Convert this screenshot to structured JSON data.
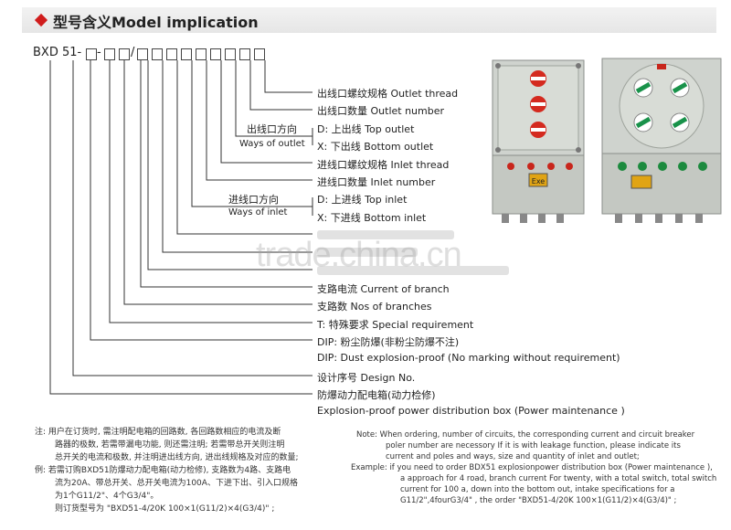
{
  "header": {
    "title": "型号含义Model implication"
  },
  "model_code": {
    "prefix": "BXD 51-",
    "sep1": "-",
    "sep2": "/"
  },
  "labels": {
    "outlet_thread": "出线口螺纹规格 Outlet thread",
    "outlet_number": "出线口数量 Outlet number",
    "outlet_dir_cn": "出线口方向",
    "outlet_dir_en": "Ways of outlet",
    "top_outlet": "D: 上出线 Top outlet",
    "bottom_outlet": "X: 下出线 Bottom  outlet",
    "inlet_thread": "进线口螺纹规格 Inlet thread",
    "inlet_number": "进线口数量 Inlet number",
    "inlet_dir_cn": "进线口方向",
    "inlet_dir_en": "Ways of inlet",
    "top_inlet": "D: 上进线 Top inlet",
    "bottom_inlet": "X: 下进线 Bottom  inlet",
    "current_of_branch": "支路电流 Current of branch",
    "nos_of_branches": "支路数 Nos of branches",
    "special_req": "T: 特殊要求 Special requirement",
    "dip_cn": "DIP: 粉尘防爆(非粉尘防爆不注)",
    "dip_en": "DIP: Dust explosion-proof (No marking without requirement)",
    "design_no": "设计序号 Design No.",
    "box_cn": "防爆动力配电箱(动力检修)",
    "box_en": "Explosion-proof power distribution box (Power maintenance )"
  },
  "watermark": "trade.china.cn",
  "notes_cn": [
    "注: 用户在订货时, 需注明配电箱的回路数, 各回路数相应的电流及断",
    "路器的极数, 若需带漏电功能, 则还需注明; 若需带总开关则注明",
    "总开关的电流和极数, 并注明进出线方向, 进出线规格及对应的数量;",
    "例: 若需订购BXD51防爆动力配电箱(动力检修), 支路数为4路、支路电",
    "流为20A、带总开关、总开关电流为100A、下进下出、引入口规格",
    "为1个G11/2\"、4个G3/4\"。",
    "则订货型号为 \"BXD51-4/20K 100×1(G11/2)×4(G3/4)\" ;"
  ],
  "notes_en": [
    "Note: When ordering, number of circuits, the corresponding current and circuit breaker",
    "poler number are necessory If it is with leakage  function, please indicate its",
    "current and poles and ways, size and quantity of inlet and outlet;",
    "Example:  if you need to order BDX51 explosionpower distribution box (Power maintenance ),",
    "a approach for 4 road, branch current For twenty, with a total switch, total switch",
    "current for 100 a, down into the bottom out, intake specifications for a",
    "G11/2\",4fourG3/4\" , the order \"BXD51-4/20K 100×1(G11/2)×4(G3/4)\" ;"
  ],
  "cabinet_mark": "Exe",
  "colors": {
    "accent": "#d01c1c",
    "cabinet": "#c9cdc8",
    "switch_red": "#d42a1f",
    "switch_green": "#19924a"
  }
}
